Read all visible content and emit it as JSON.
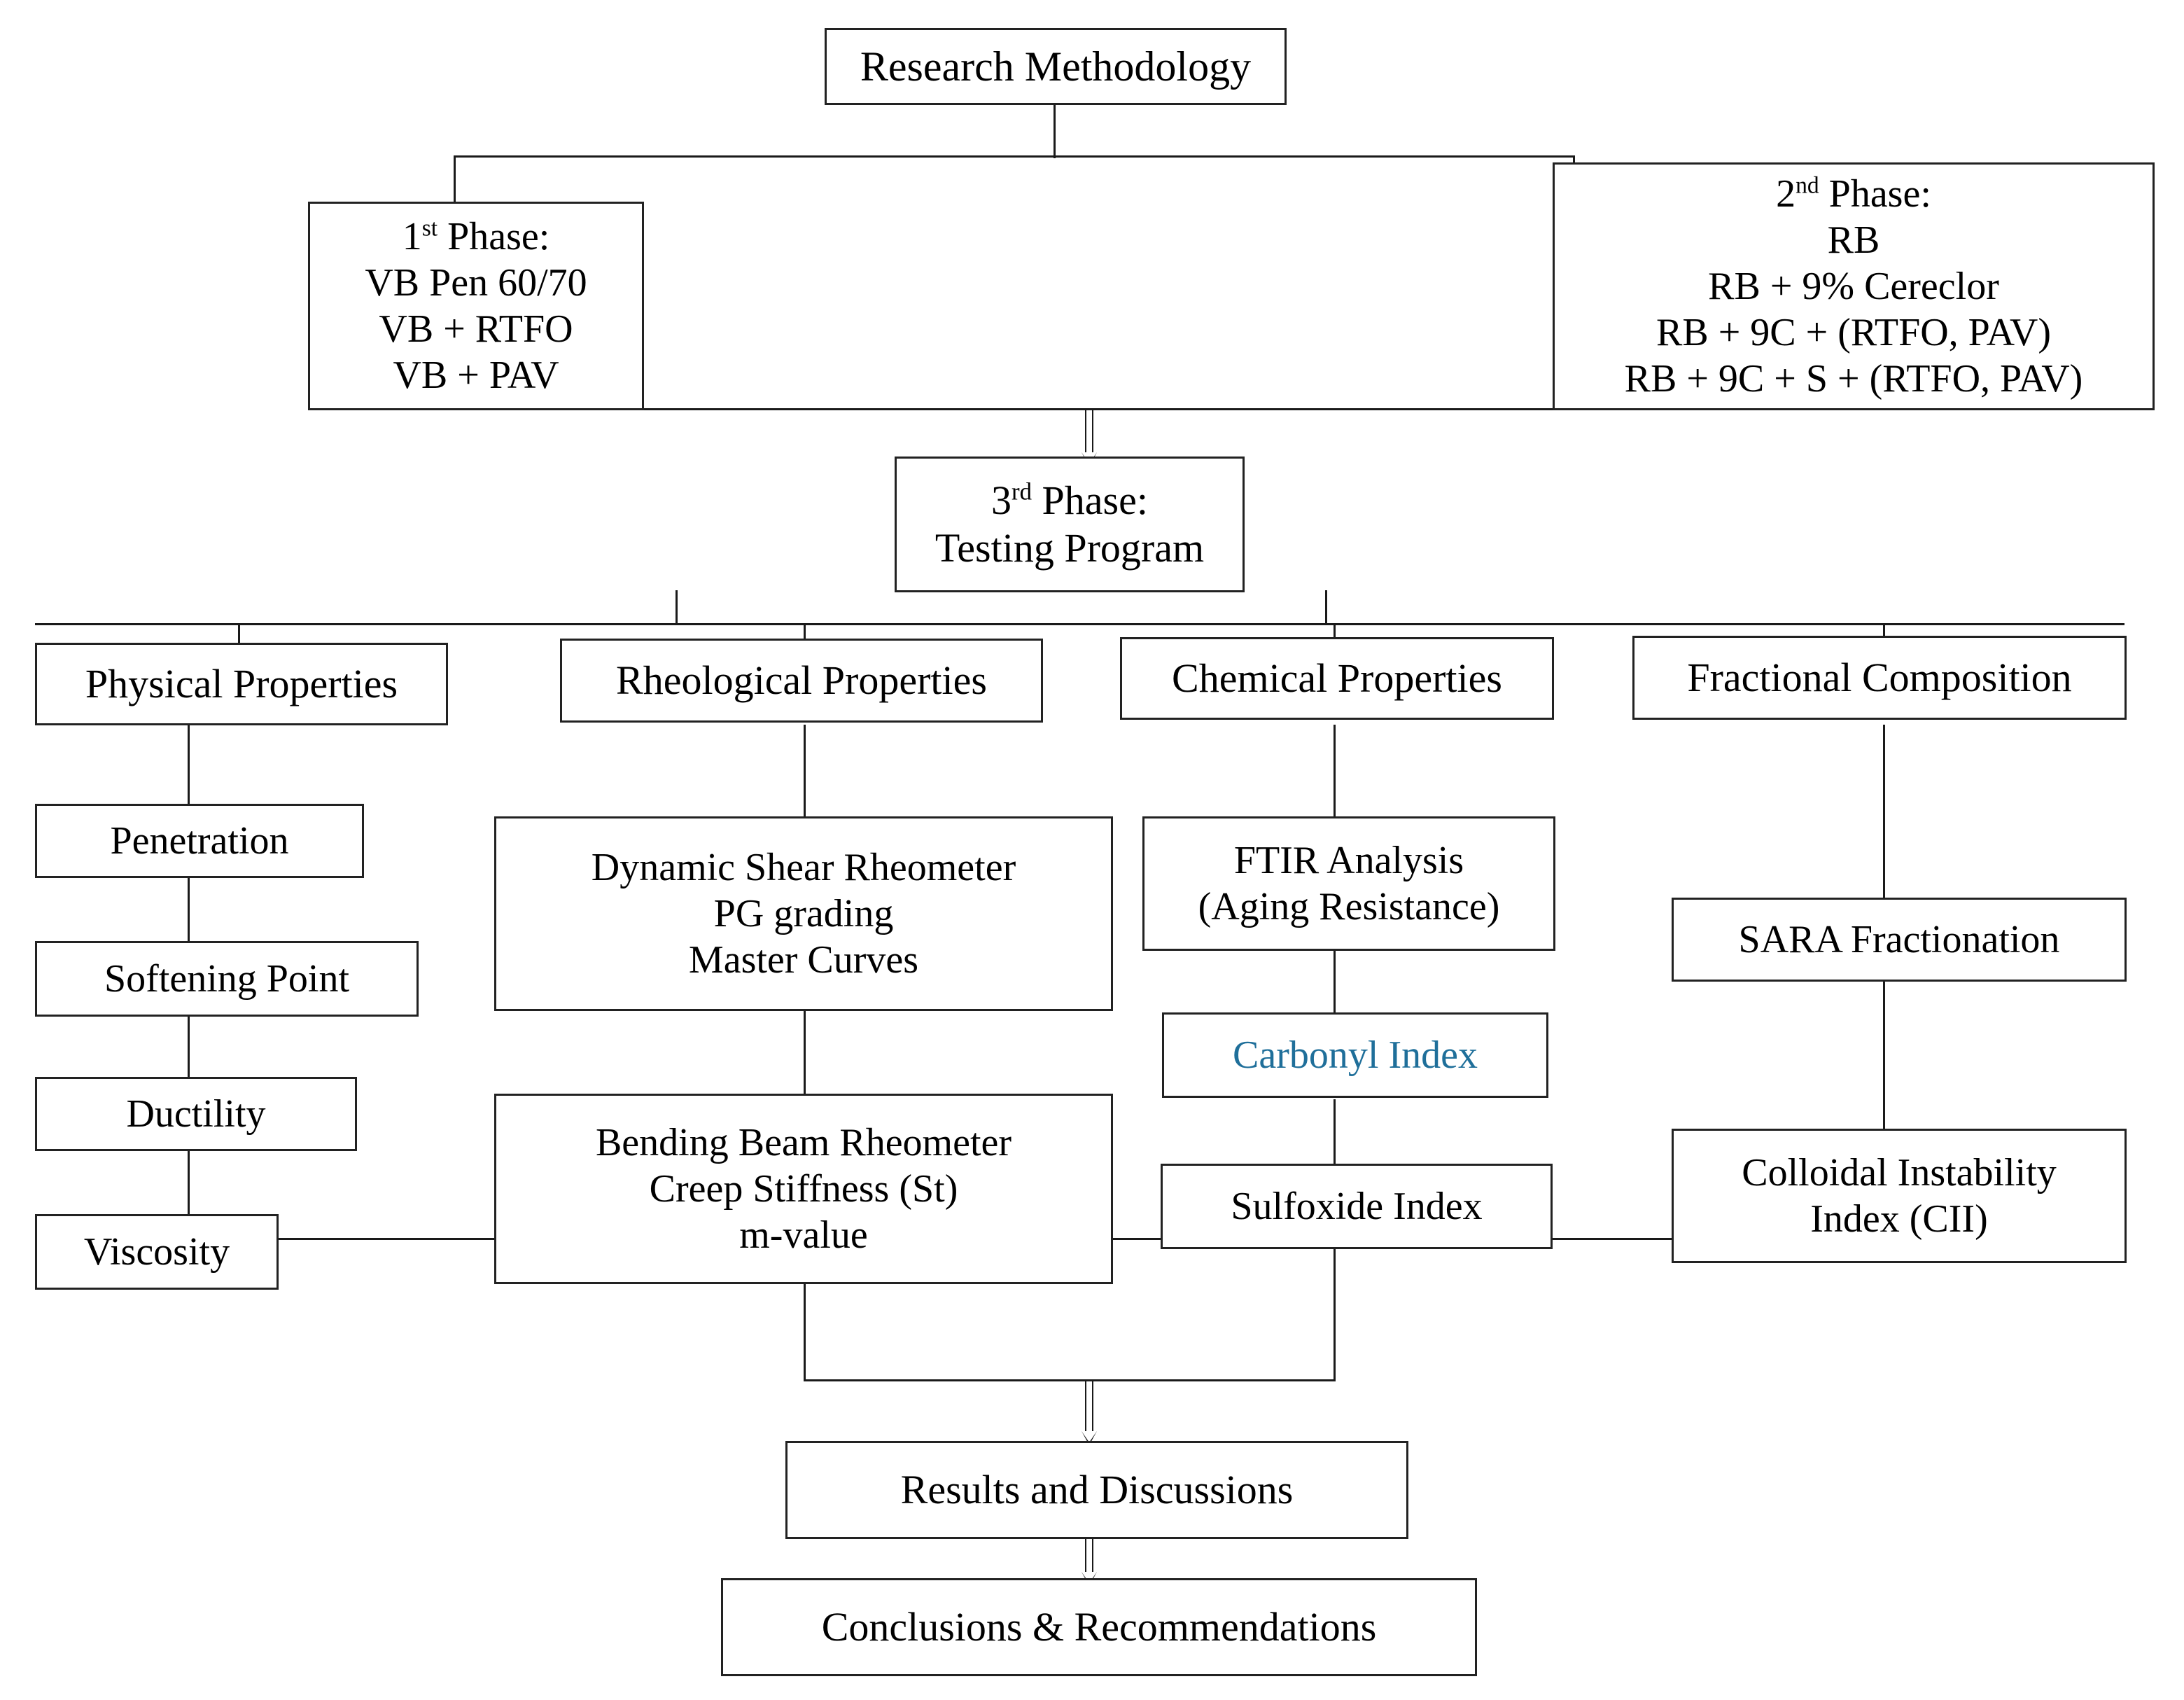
{
  "diagram": {
    "title": "Research Methodology",
    "type": "flowchart",
    "orientation": "top-down",
    "accent_color": "#1f6f9a",
    "line_color": "#1a1a1a",
    "background": "#ffffff"
  },
  "nodes": {
    "root": {
      "label": "Research Methodology"
    },
    "phase1": {
      "lines": [
        "1st Phase:",
        "VB Pen 60/70",
        "VB + RTFO",
        "VB + PAV"
      ],
      "heading_prefix": "1",
      "heading_sup": "st",
      "heading_rest": " Phase:"
    },
    "phase2": {
      "lines": [
        "2nd Phase:",
        "RB",
        "RB + 9% Cereclor",
        "RB + 9C + (RTFO, PAV)",
        "RB + 9C + S + (RTFO, PAV)"
      ],
      "heading_prefix": "2",
      "heading_sup": "nd",
      "heading_rest": " Phase:"
    },
    "phase3": {
      "lines": [
        "3rd Phase:",
        "Testing Program"
      ],
      "heading_prefix": "3",
      "heading_sup": "rd",
      "heading_rest": " Phase:",
      "subtitle": "Testing Program"
    },
    "cat_physical": {
      "label": "Physical Properties"
    },
    "cat_rheological": {
      "label": "Rheological Properties"
    },
    "cat_chemical": {
      "label": "Chemical Properties"
    },
    "cat_fractional": {
      "label": "Fractional Composition"
    },
    "penetration": {
      "label": "Penetration"
    },
    "softening_point": {
      "label": "Softening Point"
    },
    "ductility": {
      "label": "Ductility"
    },
    "viscosity": {
      "label": "Viscosity"
    },
    "dsr": {
      "lines": [
        "Dynamic Shear Rheometer",
        "PG grading",
        "Master Curves"
      ]
    },
    "bbr": {
      "lines": [
        "Bending Beam Rheometer",
        "Creep Stiffness (St)",
        "m-value"
      ]
    },
    "ftir": {
      "lines": [
        "FTIR Analysis",
        "(Aging Resistance)"
      ]
    },
    "carbonyl_index": {
      "label": "Carbonyl Index",
      "color": "#1f6f9a"
    },
    "sulfoxide_index": {
      "label": "Sulfoxide Index"
    },
    "sara": {
      "label": "SARA Fractionation"
    },
    "cii": {
      "lines": [
        "Colloidal Instability",
        "Index (CII)"
      ]
    },
    "results": {
      "label": "Results and Discussions"
    },
    "conclusions": {
      "label": "Conclusions & Recommendations"
    }
  }
}
